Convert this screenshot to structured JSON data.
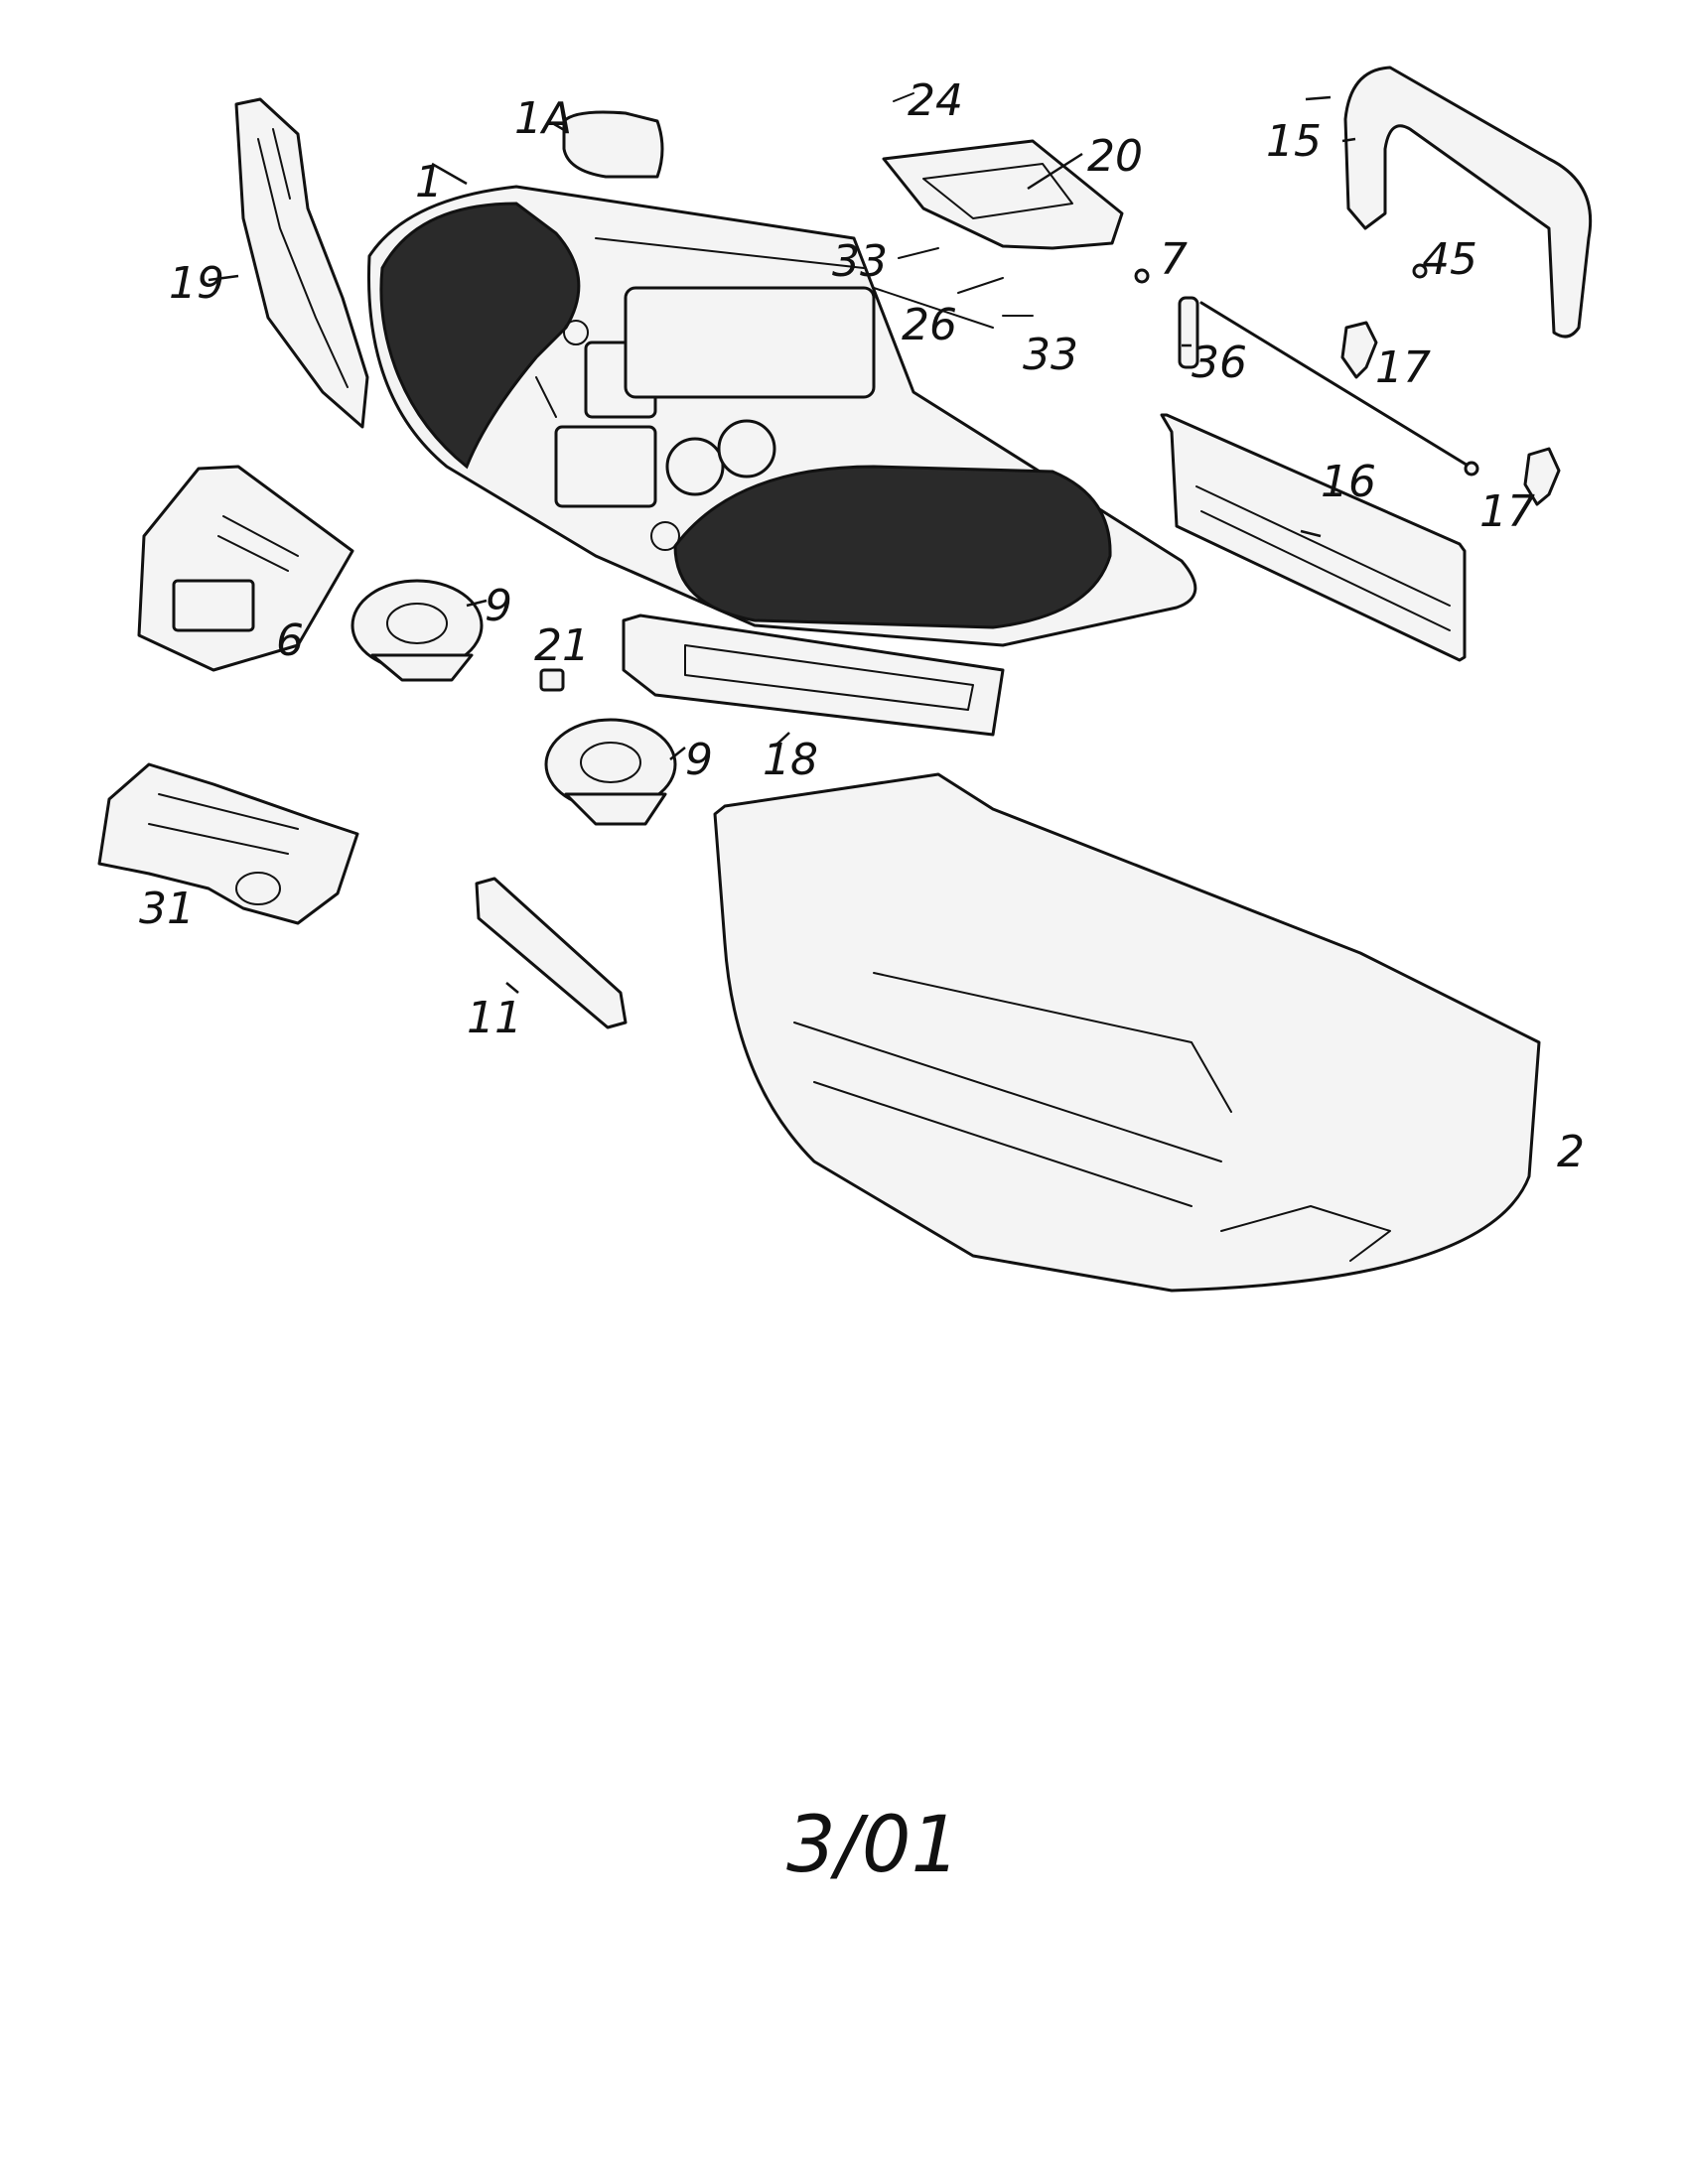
{
  "diagram": {
    "callouts": {
      "c1": "1",
      "c1a": "1A",
      "c2": "2",
      "c6": "6",
      "c7": "7",
      "c9a": "9",
      "c9b": "9",
      "c11": "11",
      "c15": "15",
      "c16": "16",
      "c17a": "17",
      "c17b": "17",
      "c18": "18",
      "c19": "19",
      "c20": "20",
      "c21": "21",
      "c24": "24",
      "c26": "26",
      "c31": "31",
      "c33a": "33",
      "c33b": "33",
      "c36": "36",
      "c45": "45"
    },
    "page_number": "3/01"
  }
}
